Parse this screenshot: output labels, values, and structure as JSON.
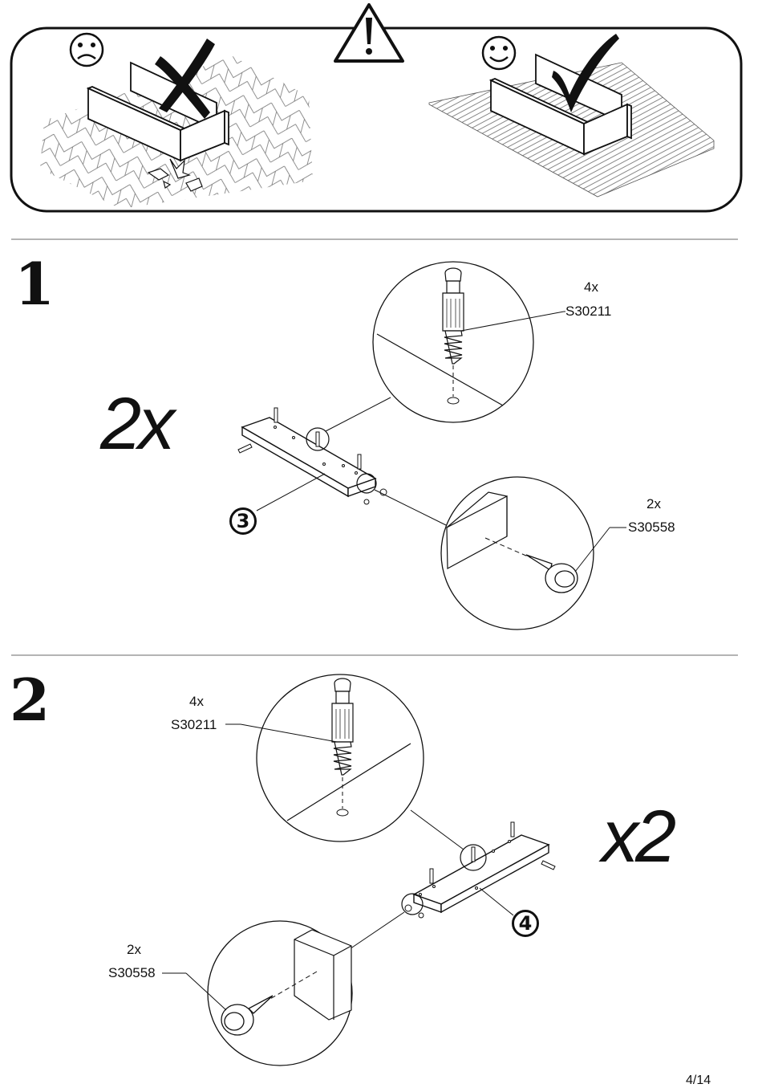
{
  "warning_panel": {
    "bad_icon": "sad-face-icon",
    "good_icon": "smiley-face-icon",
    "warning_icon": "warning-triangle-icon",
    "bad_mark": "cross-mark-icon",
    "good_mark": "check-mark-icon"
  },
  "step1": {
    "number": "1",
    "multiplier": "2x",
    "part_number": "3",
    "dowel_qty": "4x",
    "dowel_code": "S30211",
    "glide_qty": "2x",
    "glide_code": "S30558"
  },
  "step2": {
    "number": "2",
    "multiplier": "x2",
    "part_number": "4",
    "dowel_qty": "4x",
    "dowel_code": "S30211",
    "glide_qty": "2x",
    "glide_code": "S30558"
  },
  "page": "4/14"
}
